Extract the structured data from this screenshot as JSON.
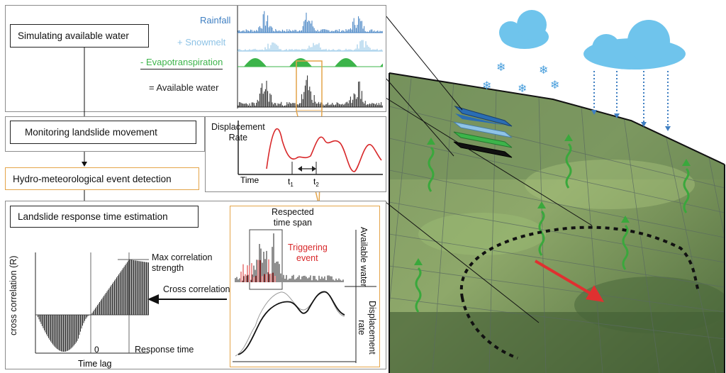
{
  "steps": {
    "simulating": "Simulating available water",
    "monitoring": "Monitoring landslide movement",
    "detection": "Hydro-meteorological event detection",
    "estimation": "Landslide response time estimation"
  },
  "water_series": {
    "rainfall": "Rainfall",
    "snowmelt": "+ Snowmelt",
    "evapotranspiration": "- Evapotranspiration",
    "available_water": "= Available water"
  },
  "displacement_panel": {
    "ylabel_line1": "Displacement",
    "ylabel_line2": "Rate",
    "xlabel": "Time",
    "t1_base": "t",
    "t1_sub": "1",
    "t2_base": "t",
    "t2_sub": "2"
  },
  "response_panel": {
    "respected_line1": "Respected",
    "respected_line2": "time span",
    "triggering_line1": "Triggering",
    "triggering_line2": "event",
    "available_water_axis": "Available water",
    "displacement_axis_line1": "Displacement",
    "displacement_axis_line2": "rate",
    "cross_correlation_arrow": "Cross correlation",
    "ylabel": "cross correlation (R)",
    "max_line1": "Max correlation",
    "max_line2": "strength",
    "zero_tick": "0",
    "response_time": "Response time",
    "xlabel": "Time lag"
  },
  "colors": {
    "rainfall": "#3f7fc2",
    "snowmelt": "#8ec3e6",
    "evapotranspiration": "#3cb44a",
    "available_water": "#222222",
    "displacement": "#d8282a",
    "orange_accent": "#e4a449",
    "cloud": "#6fc4ec",
    "grass_arrow": "#3aa83c",
    "movement_arrow": "#e03030"
  }
}
